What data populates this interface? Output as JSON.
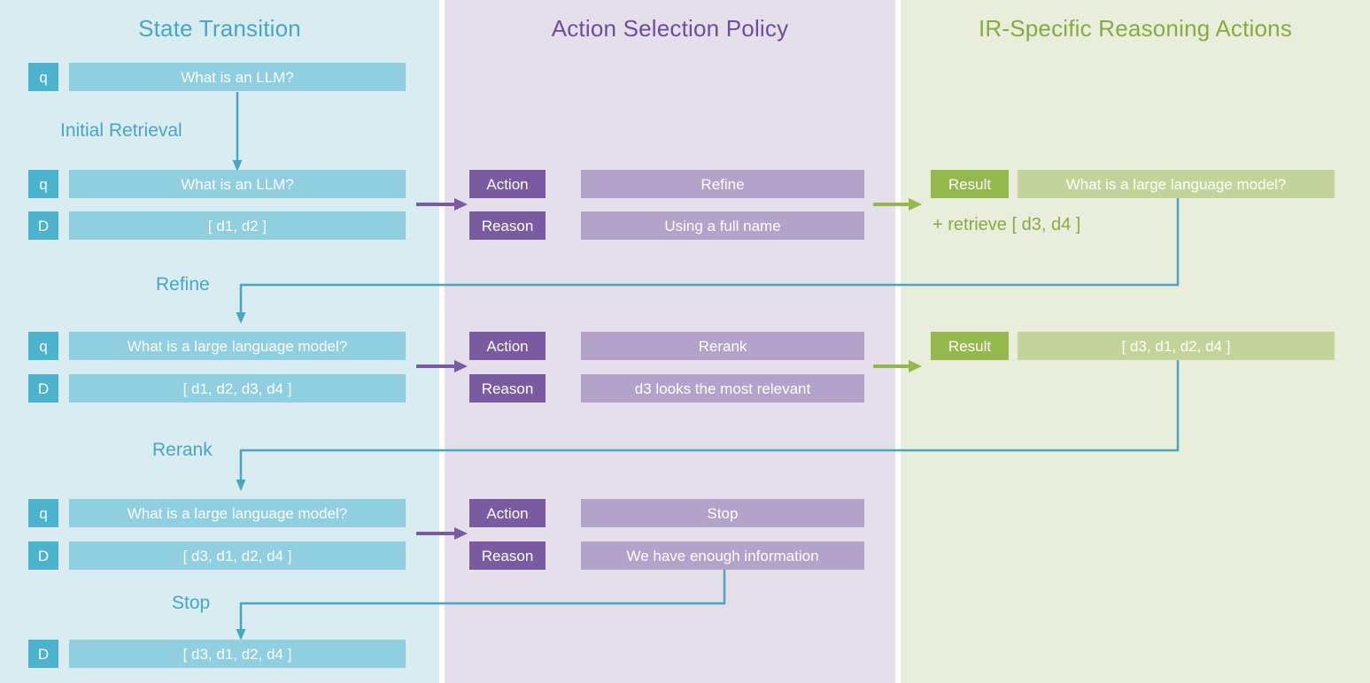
{
  "columns": {
    "state": {
      "title": "State Transition",
      "color": "#4aa6c0",
      "bg": "#d9ecf2"
    },
    "policy": {
      "title": "Action Selection Policy",
      "color": "#6d4f96",
      "bg": "#e5dfeb"
    },
    "actions": {
      "title": "IR-Specific Reasoning Actions",
      "color": "#86ac41",
      "bg": "#e8eedb"
    }
  },
  "labels": {
    "q": "q",
    "D": "D",
    "action": "Action",
    "reason": "Reason",
    "result": "Result"
  },
  "transitions": {
    "initial_retrieval": "Initial Retrieval",
    "refine": "Refine",
    "rerank": "Rerank",
    "stop": "Stop"
  },
  "states": [
    {
      "query": "What is an LLM?",
      "docs": null
    },
    {
      "query": "What is an LLM?",
      "docs": "[ d1, d2 ]"
    },
    {
      "query": "What is a large language model?",
      "docs": "[ d1, d2, d3, d4 ]"
    },
    {
      "query": "What is a large language model?",
      "docs": "[ d3, d1, d2, d4 ]"
    },
    {
      "query": null,
      "docs": "[ d3, d1, d2, d4 ]"
    }
  ],
  "policy_steps": [
    {
      "action": "Refine",
      "reason": "Using a full name"
    },
    {
      "action": "Rerank",
      "reason": "d3 looks the most relevant"
    },
    {
      "action": "Stop",
      "reason": "We have enough information"
    }
  ],
  "action_results": [
    {
      "result": "What is a large language model?",
      "note": "+ retrieve [ d3, d4 ]"
    },
    {
      "result": "[ d3, d1, d2, d4 ]",
      "note": null
    }
  ]
}
